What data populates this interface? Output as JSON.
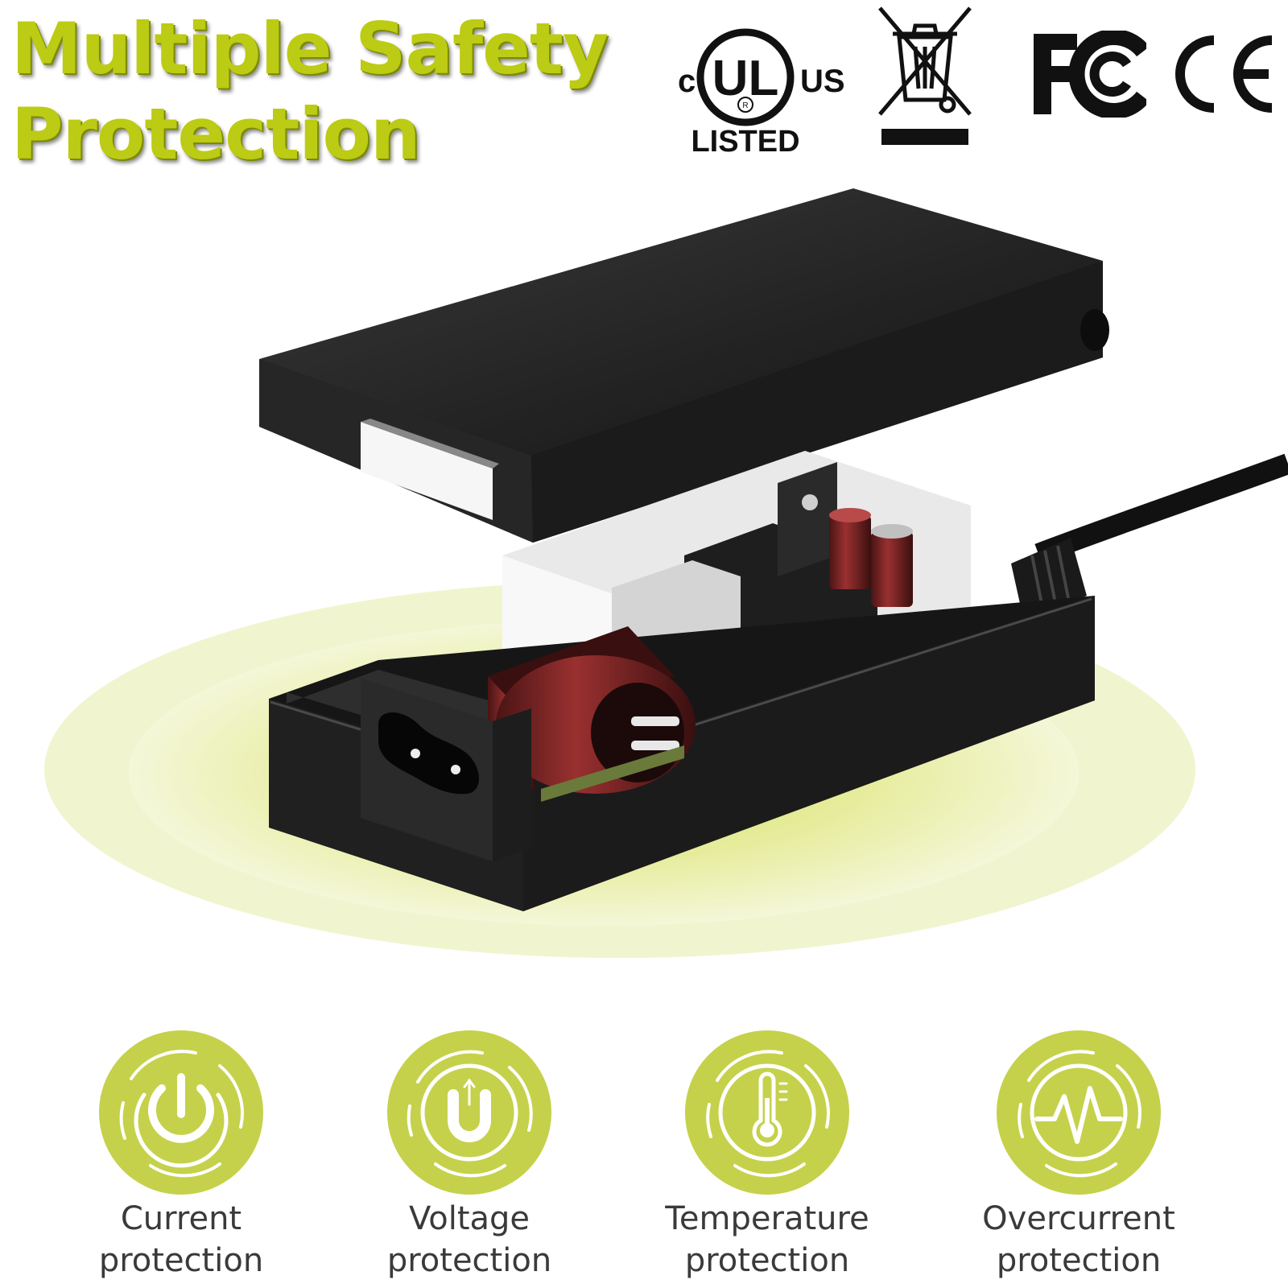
{
  "headline": {
    "line1": "Multiple Safety",
    "line2": "Protection"
  },
  "certifications": {
    "ul": {
      "left": "c",
      "mark": "UL",
      "right": "US",
      "sub": "LISTED",
      "registered": "R"
    },
    "weee": {
      "icon": "crossed-bin-icon"
    },
    "fcc": {
      "text": "FC"
    },
    "ce": {
      "text": "CE"
    }
  },
  "colors": {
    "accent": "#bccb14",
    "accent_light": "#e6ecb0",
    "badge": "#c5d14a",
    "case": "#1c1c1c",
    "text": "#3a3a3a"
  },
  "features": [
    {
      "icon": "power-icon",
      "line1": "Current",
      "line2": "protection"
    },
    {
      "icon": "magnet-icon",
      "line1": "Voltage",
      "line2": "protection"
    },
    {
      "icon": "thermometer-icon",
      "line1": "Temperature",
      "line2": "protection"
    },
    {
      "icon": "pulse-icon",
      "line1": "Overcurrent",
      "line2": "protection"
    }
  ]
}
